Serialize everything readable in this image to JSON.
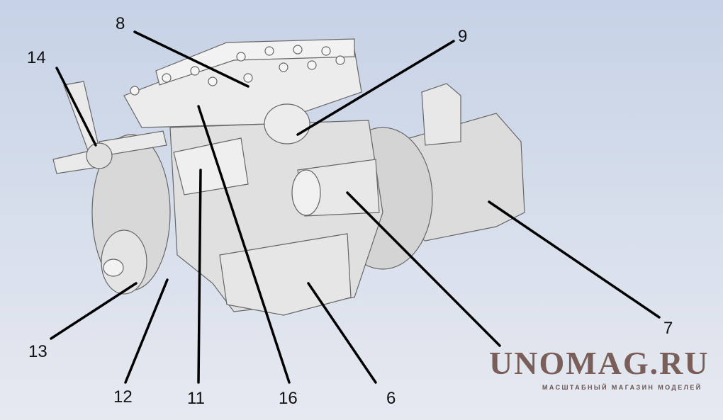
{
  "callouts": [
    "8",
    "9",
    "14",
    "13",
    "12",
    "11",
    "16",
    "6",
    "7"
  ],
  "watermark": {
    "title": "UNOMAG.RU",
    "subtitle": "МАСШТАБНЫЙ МАГАЗИН МОДЕЛЕЙ"
  },
  "colors": {
    "engine": "#e3e3e3",
    "edge": "#555555",
    "leader": "#000000",
    "watermark": "#7a5e5a"
  }
}
